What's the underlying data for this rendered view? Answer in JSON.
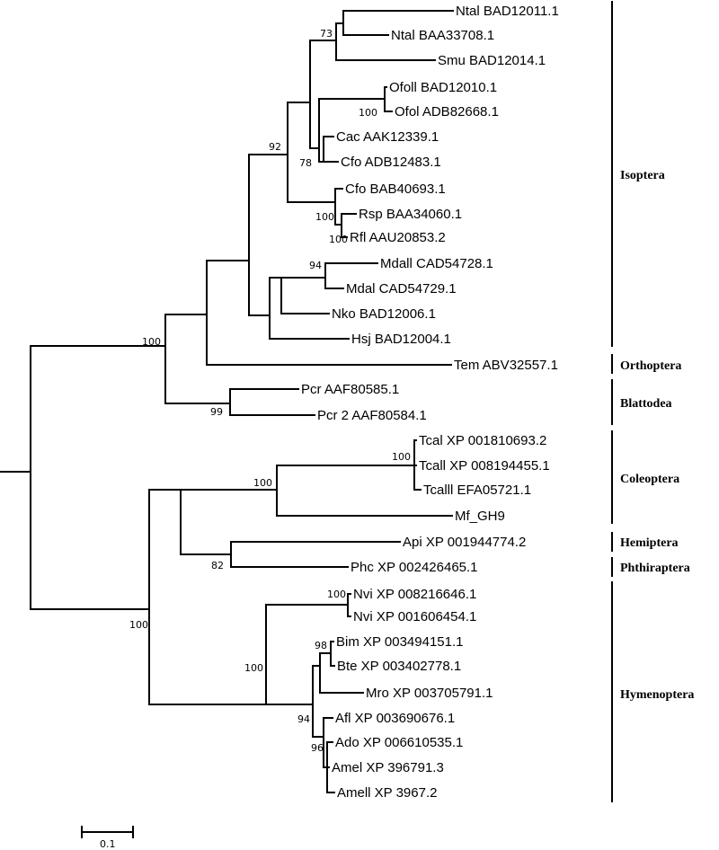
{
  "tree": {
    "leaves": [
      "Ntal BAD12011.1",
      "Ntal BAA33708.1",
      "Smu BAD12014.1",
      "Ofoll BAD12010.1",
      "Ofol ADB82668.1",
      "Cac AAK12339.1",
      "Cfo ADB12483.1",
      "Cfo BAB40693.1",
      "Rsp BAA34060.1",
      "Rfl AAU20853.2",
      "Mdall CAD54728.1",
      "Mdal CAD54729.1",
      "Nko BAD12006.1",
      "Hsj BAD12004.1",
      "Tem ABV32557.1",
      "Pcr AAF80585.1",
      "Pcr 2 AAF80584.1",
      "Tcal XP 001810693.2",
      "Tcall XP 008194455.1",
      "Tcalll EFA05721.1",
      "Mf_GH9",
      "Api XP 001944774.2",
      "Phc XP 002426465.1",
      "Nvi XP 008216646.1",
      "Nvi XP 001606454.1",
      "Bim XP 003494151.1",
      "Bte XP 003402778.1",
      "Mro XP 003705791.1",
      "Afl XP 003690676.1",
      "Ado XP 006610535.1",
      "Amel XP 396791.3",
      "Amell XP 3967.2"
    ],
    "bootstrap_values": [
      "73",
      "100",
      "92",
      "78",
      "100",
      "100",
      "94",
      "100",
      "99",
      "100",
      "100",
      "82",
      "100",
      "100",
      "100",
      "98",
      "94",
      "96"
    ],
    "orders": [
      "Isoptera",
      "Orthoptera",
      "Blattodea",
      "Coleoptera",
      "Hemiptera",
      "Phthiraptera",
      "Hymenoptera"
    ],
    "scale_bar_label": "0.1"
  }
}
